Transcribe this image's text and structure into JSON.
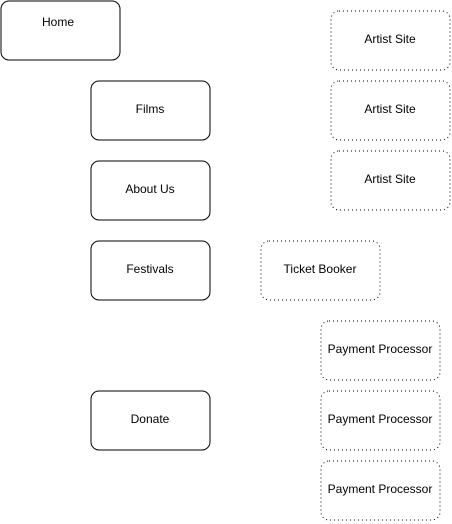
{
  "diagram": {
    "colors": {
      "stroke": "#000000",
      "fill": "#ffffff",
      "text": "#000000"
    },
    "nodes": [
      {
        "id": "home",
        "label": "Home",
        "style": "solid"
      },
      {
        "id": "films",
        "label": "Films",
        "style": "solid"
      },
      {
        "id": "about-us",
        "label": "About Us",
        "style": "solid"
      },
      {
        "id": "festivals",
        "label": "Festivals",
        "style": "solid"
      },
      {
        "id": "donate",
        "label": "Donate",
        "style": "solid"
      },
      {
        "id": "artist-site-1",
        "label": "Artist Site",
        "style": "dotted"
      },
      {
        "id": "artist-site-2",
        "label": "Artist Site",
        "style": "dotted"
      },
      {
        "id": "artist-site-3",
        "label": "Artist Site",
        "style": "dotted"
      },
      {
        "id": "ticket-booker",
        "label": "Ticket Booker",
        "style": "dotted"
      },
      {
        "id": "payment-processor-1",
        "label": "Payment Processor",
        "style": "dotted"
      },
      {
        "id": "payment-processor-2",
        "label": "Payment Processor",
        "style": "dotted"
      },
      {
        "id": "payment-processor-3",
        "label": "Payment Processor",
        "style": "dotted"
      }
    ]
  }
}
